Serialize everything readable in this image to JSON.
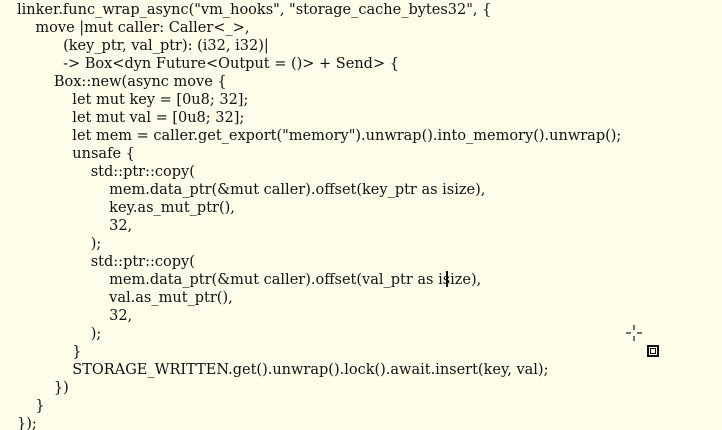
{
  "editor": {
    "lines": [
      "linker.func_wrap_async(\"vm_hooks\", \"storage_cache_bytes32\", {",
      "    move |mut caller: Caller<_>,",
      "          (key_ptr, val_ptr): (i32, i32)|",
      "          -> Box<dyn Future<Output = ()> + Send> {",
      "        Box::new(async move {",
      "            let mut key = [0u8; 32];",
      "            let mut val = [0u8; 32];",
      "            let mem = caller.get_export(\"memory\").unwrap().into_memory().unwrap();",
      "            unsafe {",
      "                std::ptr::copy(",
      "                    mem.data_ptr(&mut caller).offset(key_ptr as isize),",
      "                    key.as_mut_ptr(),",
      "                    32,",
      "                );",
      "                std::ptr::copy(",
      "                    mem.data_ptr(&mut caller).offset(val_ptr as isize),",
      "                    val.as_mut_ptr(),",
      "                    32,",
      "                );",
      "            }",
      "            STORAGE_WRITTEN.get().unwrap().lock().await.insert(key, val);",
      "        })",
      "    }",
      "});"
    ]
  },
  "icons": {
    "cursor": "text-caret",
    "pointer": "crosshair-icon",
    "widget": "box-icon"
  },
  "colors": {
    "background": "#fdfdea",
    "text": "#111111"
  }
}
